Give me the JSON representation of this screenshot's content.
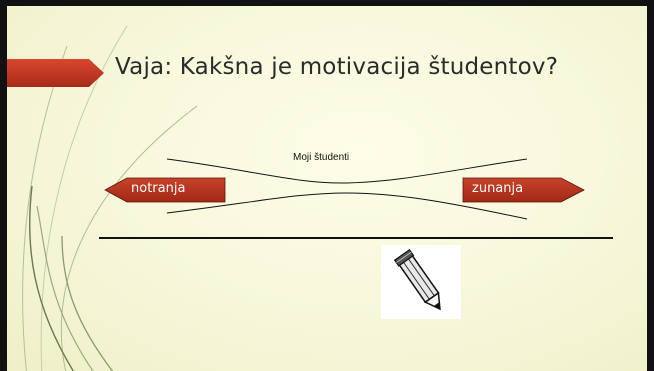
{
  "slide": {
    "title": "Vaja: Kakšna je motivacija študentov?",
    "diagram": {
      "caption": "Moji študenti",
      "left_arrow_label": "notranja",
      "right_arrow_label": "zunanja"
    }
  },
  "colors": {
    "accent": "#c0392b",
    "arrow_red": "#b5321f",
    "background": "#f6f7da",
    "text": "#2b2b2b"
  },
  "icons": [
    "pencil-icon",
    "title-arrow-icon"
  ]
}
